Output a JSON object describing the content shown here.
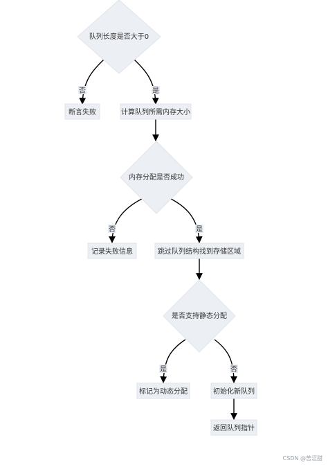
{
  "diagram": {
    "nodes": {
      "d1": "队列长度是否大于0",
      "assert_fail": "断言失败",
      "calc_mem": "计算队列所需内存大小",
      "d2": "内存分配是否成功",
      "log_fail": "记录失败信息",
      "skip_struct": "跳过队列结构找到存储区域",
      "d3": "是否支持静态分配",
      "mark_dynamic": "标记为动态分配",
      "init_queue": "初始化新队列",
      "return_ptr": "返回队列指针"
    },
    "edge_labels": {
      "no": "否",
      "yes": "是"
    },
    "colors": {
      "node_fill": "#eceff4",
      "node_stroke": "#dfe3ea",
      "edge": "#000000",
      "label_bg": "#e8ecf4"
    }
  },
  "watermark": "CSDN @苦涩甜"
}
